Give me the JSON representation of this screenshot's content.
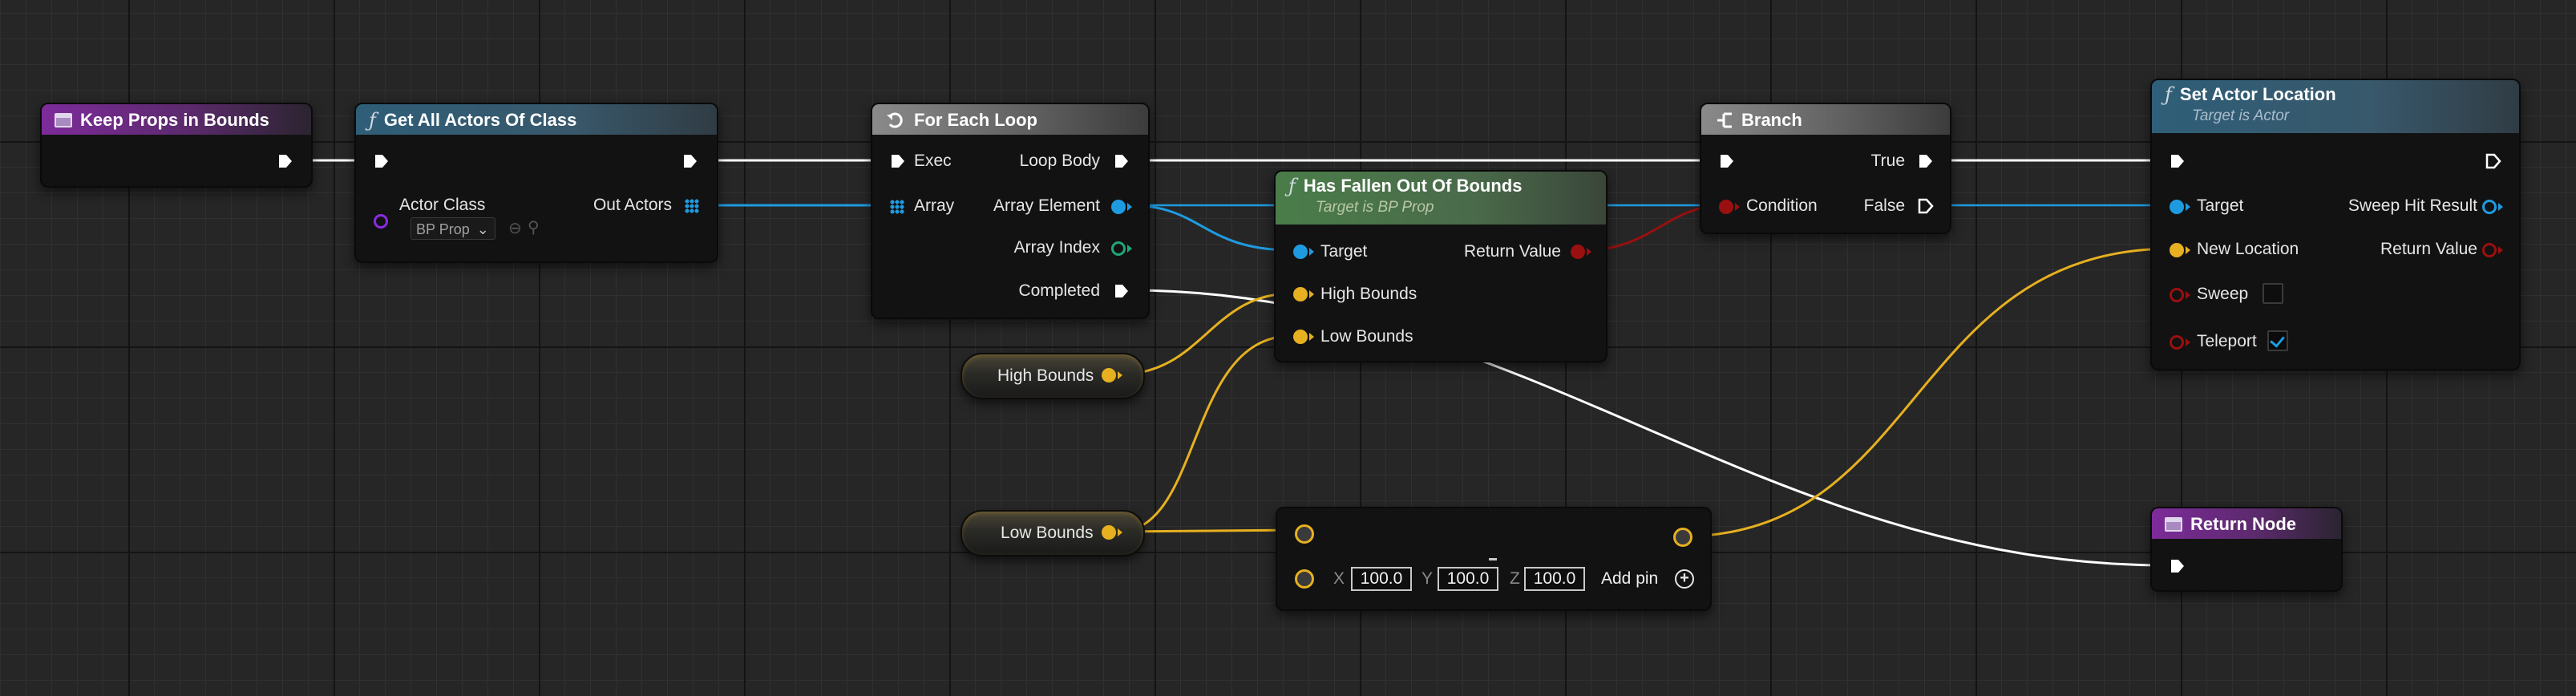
{
  "colors": {
    "exec": "#ffffff",
    "object": "#1e9be0",
    "vector": "#e6b020",
    "bool": "#9a0f0f",
    "int": "#1ea878",
    "class": "#8a2be2"
  },
  "keep_props": {
    "title": "Keep Props in Bounds",
    "icon": "event-icon"
  },
  "get_all_actors": {
    "title": "Get All Actors Of Class",
    "icon": "function-icon",
    "actor_class_label": "Actor Class",
    "actor_class_value": "BP Prop",
    "out_actors_label": "Out Actors"
  },
  "for_each": {
    "title": "For Each Loop",
    "icon": "loop-icon",
    "exec_label": "Exec",
    "loop_body_label": "Loop Body",
    "array_label": "Array",
    "array_element_label": "Array Element",
    "array_index_label": "Array Index",
    "completed_label": "Completed"
  },
  "has_fallen": {
    "title": "Has Fallen Out Of Bounds",
    "subtitle": "Target is BP Prop",
    "icon": "function-icon",
    "target_label": "Target",
    "return_value_label": "Return Value",
    "high_bounds_label": "High Bounds",
    "low_bounds_label": "Low Bounds"
  },
  "branch": {
    "title": "Branch",
    "icon": "branch-icon",
    "true_label": "True",
    "condition_label": "Condition",
    "false_label": "False"
  },
  "set_actor_location": {
    "title": "Set Actor Location",
    "subtitle": "Target is Actor",
    "icon": "function-icon",
    "target_label": "Target",
    "sweep_hit_result_label": "Sweep Hit Result",
    "new_location_label": "New Location",
    "return_value_label": "Return Value",
    "sweep_label": "Sweep",
    "sweep_checked": false,
    "teleport_label": "Teleport",
    "teleport_checked": true
  },
  "high_bounds_var": {
    "label": "High Bounds"
  },
  "low_bounds_var": {
    "label": "Low Bounds"
  },
  "add_vector_node": {
    "x_label": "X",
    "x_value": "100.0",
    "y_label": "Y",
    "y_value": "100.0",
    "z_label": "Z",
    "z_value": "100.0",
    "add_pin_label": "Add pin"
  },
  "return_node": {
    "title": "Return Node",
    "icon": "function-exit-icon"
  }
}
